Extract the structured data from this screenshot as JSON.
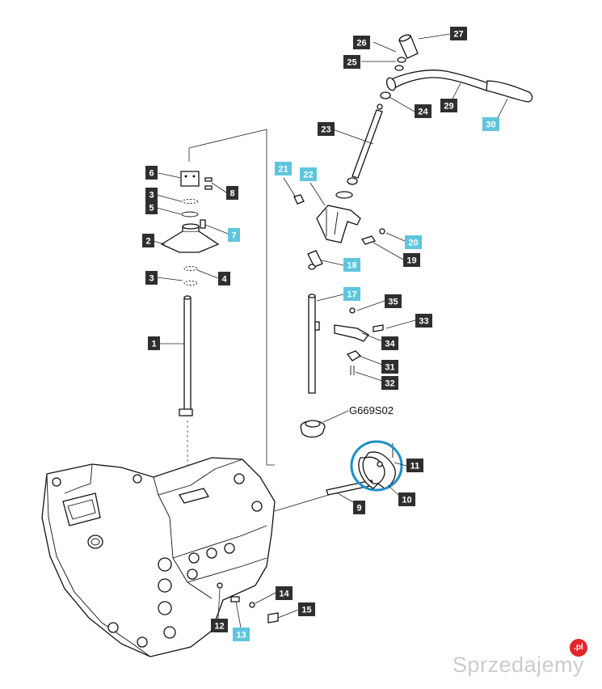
{
  "diagram": {
    "drawing_code": "G669S02",
    "highlight_color": "#1a8fc9",
    "callout_dark_color": "#2f2f2f",
    "callout_cyan_color": "#5fc5dd",
    "callouts": [
      {
        "id": "1",
        "label": "1",
        "style": "dark"
      },
      {
        "id": "2",
        "label": "2",
        "style": "dark"
      },
      {
        "id": "3a",
        "label": "3",
        "style": "dark"
      },
      {
        "id": "3b",
        "label": "3",
        "style": "dark"
      },
      {
        "id": "4",
        "label": "4",
        "style": "dark"
      },
      {
        "id": "5",
        "label": "5",
        "style": "dark"
      },
      {
        "id": "6",
        "label": "6",
        "style": "dark"
      },
      {
        "id": "7",
        "label": "7",
        "style": "cyan"
      },
      {
        "id": "8",
        "label": "8",
        "style": "dark"
      },
      {
        "id": "9",
        "label": "9",
        "style": "dark"
      },
      {
        "id": "10",
        "label": "10",
        "style": "dark"
      },
      {
        "id": "11",
        "label": "11",
        "style": "dark"
      },
      {
        "id": "12",
        "label": "12",
        "style": "dark"
      },
      {
        "id": "13",
        "label": "13",
        "style": "cyan"
      },
      {
        "id": "14",
        "label": "14",
        "style": "dark"
      },
      {
        "id": "15",
        "label": "15",
        "style": "dark"
      },
      {
        "id": "17",
        "label": "17",
        "style": "cyan"
      },
      {
        "id": "18",
        "label": "18",
        "style": "cyan"
      },
      {
        "id": "19",
        "label": "19",
        "style": "dark"
      },
      {
        "id": "20",
        "label": "20",
        "style": "cyan"
      },
      {
        "id": "21",
        "label": "21",
        "style": "cyan"
      },
      {
        "id": "22",
        "label": "22",
        "style": "cyan"
      },
      {
        "id": "23",
        "label": "23",
        "style": "dark"
      },
      {
        "id": "24",
        "label": "24",
        "style": "dark"
      },
      {
        "id": "25",
        "label": "25",
        "style": "dark"
      },
      {
        "id": "26",
        "label": "26",
        "style": "dark"
      },
      {
        "id": "27",
        "label": "27",
        "style": "dark"
      },
      {
        "id": "29",
        "label": "29",
        "style": "dark"
      },
      {
        "id": "30",
        "label": "30",
        "style": "cyan"
      },
      {
        "id": "31",
        "label": "31",
        "style": "dark"
      },
      {
        "id": "32",
        "label": "32",
        "style": "dark"
      },
      {
        "id": "33",
        "label": "33",
        "style": "dark"
      },
      {
        "id": "34",
        "label": "34",
        "style": "dark"
      },
      {
        "id": "35",
        "label": "35",
        "style": "dark"
      }
    ]
  },
  "watermark": {
    "text": "Sprzedajemy",
    "badge": ".pl",
    "color": "#cccccc",
    "badge_color": "#e3262b"
  }
}
